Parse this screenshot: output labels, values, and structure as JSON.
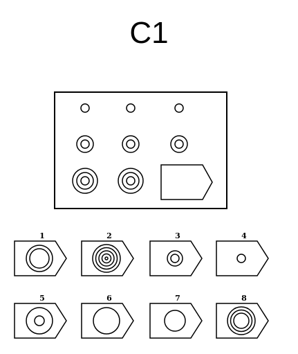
{
  "title": "C1",
  "matrix": {
    "rows": [
      [
        1,
        1,
        1
      ],
      [
        2,
        2,
        2
      ],
      [
        3,
        3,
        null
      ]
    ],
    "missing_cell": "blank-shield-shape"
  },
  "options": [
    {
      "label": "1",
      "rings": 2
    },
    {
      "label": "2",
      "rings": 5
    },
    {
      "label": "3",
      "rings": 2
    },
    {
      "label": "4",
      "rings": 1
    },
    {
      "label": "5",
      "rings": 2
    },
    {
      "label": "6",
      "rings": 1
    },
    {
      "label": "7",
      "rings": 1
    },
    {
      "label": "8",
      "rings": 3
    }
  ]
}
